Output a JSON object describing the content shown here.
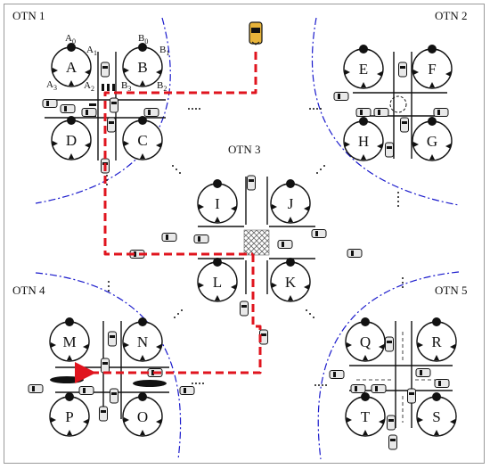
{
  "zones": {
    "otn1": "OTN 1",
    "otn2": "OTN 2",
    "otn3": "OTN 3",
    "otn4": "OTN 4",
    "otn5": "OTN 5"
  },
  "roundabouts": {
    "A": "A",
    "B": "B",
    "C": "C",
    "D": "D",
    "E": "E",
    "F": "F",
    "G": "G",
    "H": "H",
    "I": "I",
    "J": "J",
    "K": "K",
    "L": "L",
    "M": "M",
    "N": "N",
    "O": "O",
    "P": "P",
    "Q": "Q",
    "R": "R",
    "S": "S",
    "T": "T"
  },
  "points": {
    "A0": [
      "A",
      "0"
    ],
    "A1": [
      "A",
      "1"
    ],
    "A2": [
      "A",
      "2"
    ],
    "A3": [
      "A",
      "3"
    ],
    "B0": [
      "B",
      "0"
    ],
    "B1": [
      "B",
      "1"
    ],
    "B2": [
      "B",
      "2"
    ],
    "B3": [
      "B",
      "3"
    ]
  },
  "colors": {
    "route": "#e0141e",
    "boundary": "#1a1acc",
    "ego_vehicle": "#e8b43a",
    "ink": "#111111"
  }
}
